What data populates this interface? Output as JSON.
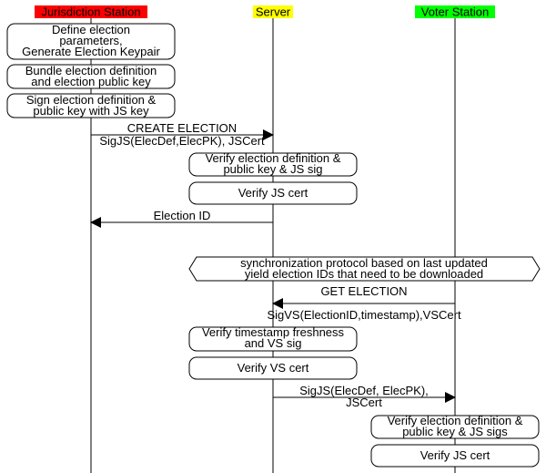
{
  "actors": {
    "jurisdiction": {
      "label": "Jurisdiction Station",
      "color": "#ff0000",
      "text_color": "#ffffff"
    },
    "server": {
      "label": "Server",
      "color": "#ffff00",
      "text_color": "#000000"
    },
    "voter": {
      "label": "Voter Station",
      "color": "#00ff00",
      "text_color": "#000000"
    }
  },
  "boxes": {
    "define_params": [
      "Define election",
      "parameters,",
      "Generate Election Keypair"
    ],
    "bundle": [
      "Bundle election definition",
      "and election public key"
    ],
    "sign": [
      "Sign election definition &",
      "public key with JS key"
    ],
    "server_verify_sig": [
      "Verify election definition &",
      "public key & JS sig"
    ],
    "server_verify_js_cert": [
      "Verify JS cert"
    ],
    "sync_protocol": [
      "synchronization protocol based on last updated",
      "yield election IDs that need to be downloaded"
    ],
    "verify_timestamp": [
      "Verify timestamp freshness",
      "and VS sig"
    ],
    "verify_vs_cert": [
      "Verify VS cert"
    ],
    "voter_verify_sigs": [
      "Verify election definition &",
      "public key & JS sigs"
    ],
    "voter_verify_js_cert": [
      "Verify JS cert"
    ]
  },
  "messages": {
    "create_election": [
      "CREATE ELECTION",
      "SigJS(ElecDef,ElecPK), JSCert"
    ],
    "election_id": [
      "Election ID"
    ],
    "get_election": [
      "GET ELECTION"
    ],
    "sigvs": [
      "SigVS(ElectionID,timestamp),VSCert"
    ],
    "sigjs_down": [
      "SigJS(ElecDef, ElecPK),",
      "JSCert"
    ]
  }
}
